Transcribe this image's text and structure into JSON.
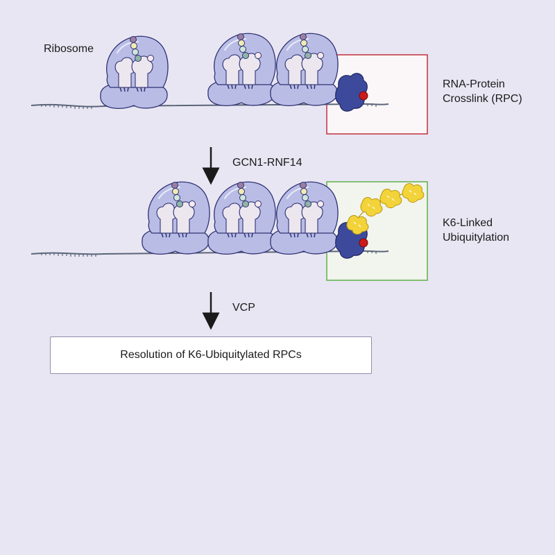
{
  "labels": {
    "ribosome": "Ribosome",
    "rpc_line1": "RNA-Protein",
    "rpc_line2": "Crosslink (RPC)",
    "step1": "GCN1-RNF14",
    "k6_line1": "K6-Linked",
    "k6_line2": "Ubiquitylation",
    "step2": "VCP",
    "result": "Resolution of K6-Ubiquitylated RPCs"
  },
  "colors": {
    "background": "#e9e6f3",
    "ribosome_fill": "#b9bde6",
    "ribosome_stroke": "#2f3272",
    "trna_fill": "#ece6ef",
    "protein_fill": "#3d4a9c",
    "crosslink_dot": "#cc1a1a",
    "ubiquitin_fill": "#f3d33a",
    "rpc_box_border": "#c0303b",
    "rpc_box_fill": "#fbf6f8",
    "k6_box_border": "#5db048",
    "k6_box_fill": "#f2f4ee",
    "arrow": "#1a1a1a"
  },
  "icons": {
    "ribosome": "ribosome-icon",
    "rpc_protein": "crosslinked-protein-icon",
    "ubiquitin_chain": "ubiquitin-chain-icon",
    "arrow": "arrow-down-icon"
  }
}
